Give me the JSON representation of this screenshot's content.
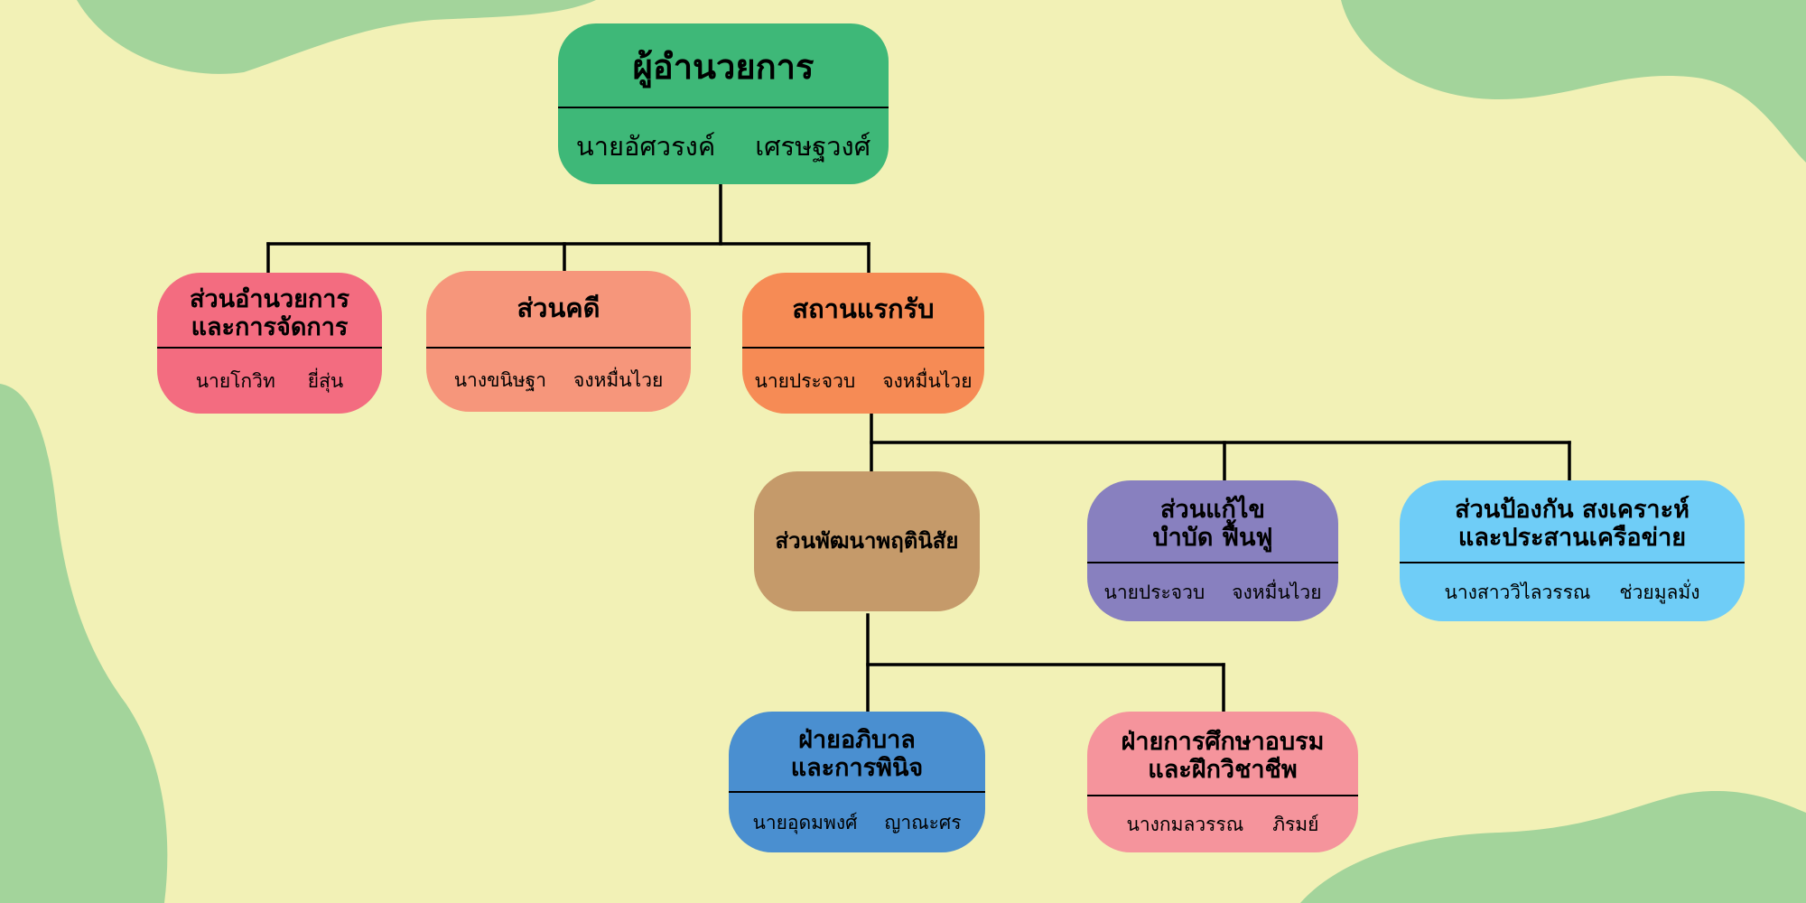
{
  "colors": {
    "background": "#f2f1b6",
    "blob": "#a3d49b",
    "line": "#000000"
  },
  "director": {
    "title": "ผู้อำนวยการ",
    "person_first": "นายอัศวรงค์",
    "person_last": "เศรษฐวงศ์",
    "color": "#3eb878"
  },
  "admin": {
    "title_line1": "ส่วนอำนวยการ",
    "title_line2": "และการจัดการ",
    "person_first": "นายโกวิท",
    "person_last": "ยี่สุ่น",
    "color": "#f36c80"
  },
  "legal": {
    "title": "ส่วนคดี",
    "person_first": "นางขนิษฐา",
    "person_last": "จงหมื่นไวย",
    "color": "#f6967b"
  },
  "reception": {
    "title": "สถานแรกรับ",
    "person_first": "นายประจวบ",
    "person_last": "จงหมื่นไวย",
    "color": "#f68b55"
  },
  "behavior": {
    "title": "ส่วนพัฒนาพฤตินิสัย",
    "color": "#c59a6a"
  },
  "rehab": {
    "title_line1": "ส่วนแก้ไข",
    "title_line2": "บำบัด ฟื้นฟู",
    "person_first": "นายประจวบ",
    "person_last": "จงหมื่นไวย",
    "color": "#8880bf"
  },
  "prevention": {
    "title_line1": "ส่วนป้องกัน สงเคราะห์",
    "title_line2": "และประสานเครือข่าย",
    "person_first": "นางสาววิไลวรรณ",
    "person_last": "ช่วยมูลมั่ง",
    "color": "#6fcdf7"
  },
  "custody": {
    "title_line1": "ฝ่ายอภิบาล",
    "title_line2": "และการพินิจ",
    "person_first": "นายอุดมพงศ์",
    "person_last": "ญาณะศร",
    "color": "#4a8fd0"
  },
  "education": {
    "title_line1": "ฝ่ายการศึกษาอบรม",
    "title_line2": "และฝึกวิชาชีพ",
    "person_first": "นางกมลวรรณ",
    "person_last": "ภิรมย์",
    "color": "#f5949c"
  }
}
